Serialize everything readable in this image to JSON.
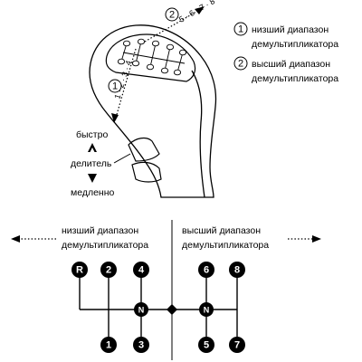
{
  "legend": {
    "items": [
      {
        "num": "1",
        "line1": "низший диапазон",
        "line2": "демультипликатора"
      },
      {
        "num": "2",
        "line1": "высший диапазон",
        "line2": "демультипликатора"
      }
    ]
  },
  "knob": {
    "arrow1_label": "1",
    "arrow2_label": "2",
    "low_seq": "1 · 2 · 3 · 4",
    "high_seq": "5 · 6 · 7 · 8",
    "splitter": {
      "fast": "быстро",
      "label": "делитель",
      "slow": "медленно"
    }
  },
  "shift_pattern": {
    "left_range": {
      "line1": "низший диапазон",
      "line2": "демультипликатора"
    },
    "right_range": {
      "line1": "высший диапазон",
      "line2": "демультипликатора"
    },
    "top_gears": [
      "R",
      "2",
      "4",
      "6",
      "8"
    ],
    "bottom_gears": [
      "1",
      "3",
      "5",
      "7"
    ],
    "neutral_left": "N",
    "neutral_right": "N"
  }
}
